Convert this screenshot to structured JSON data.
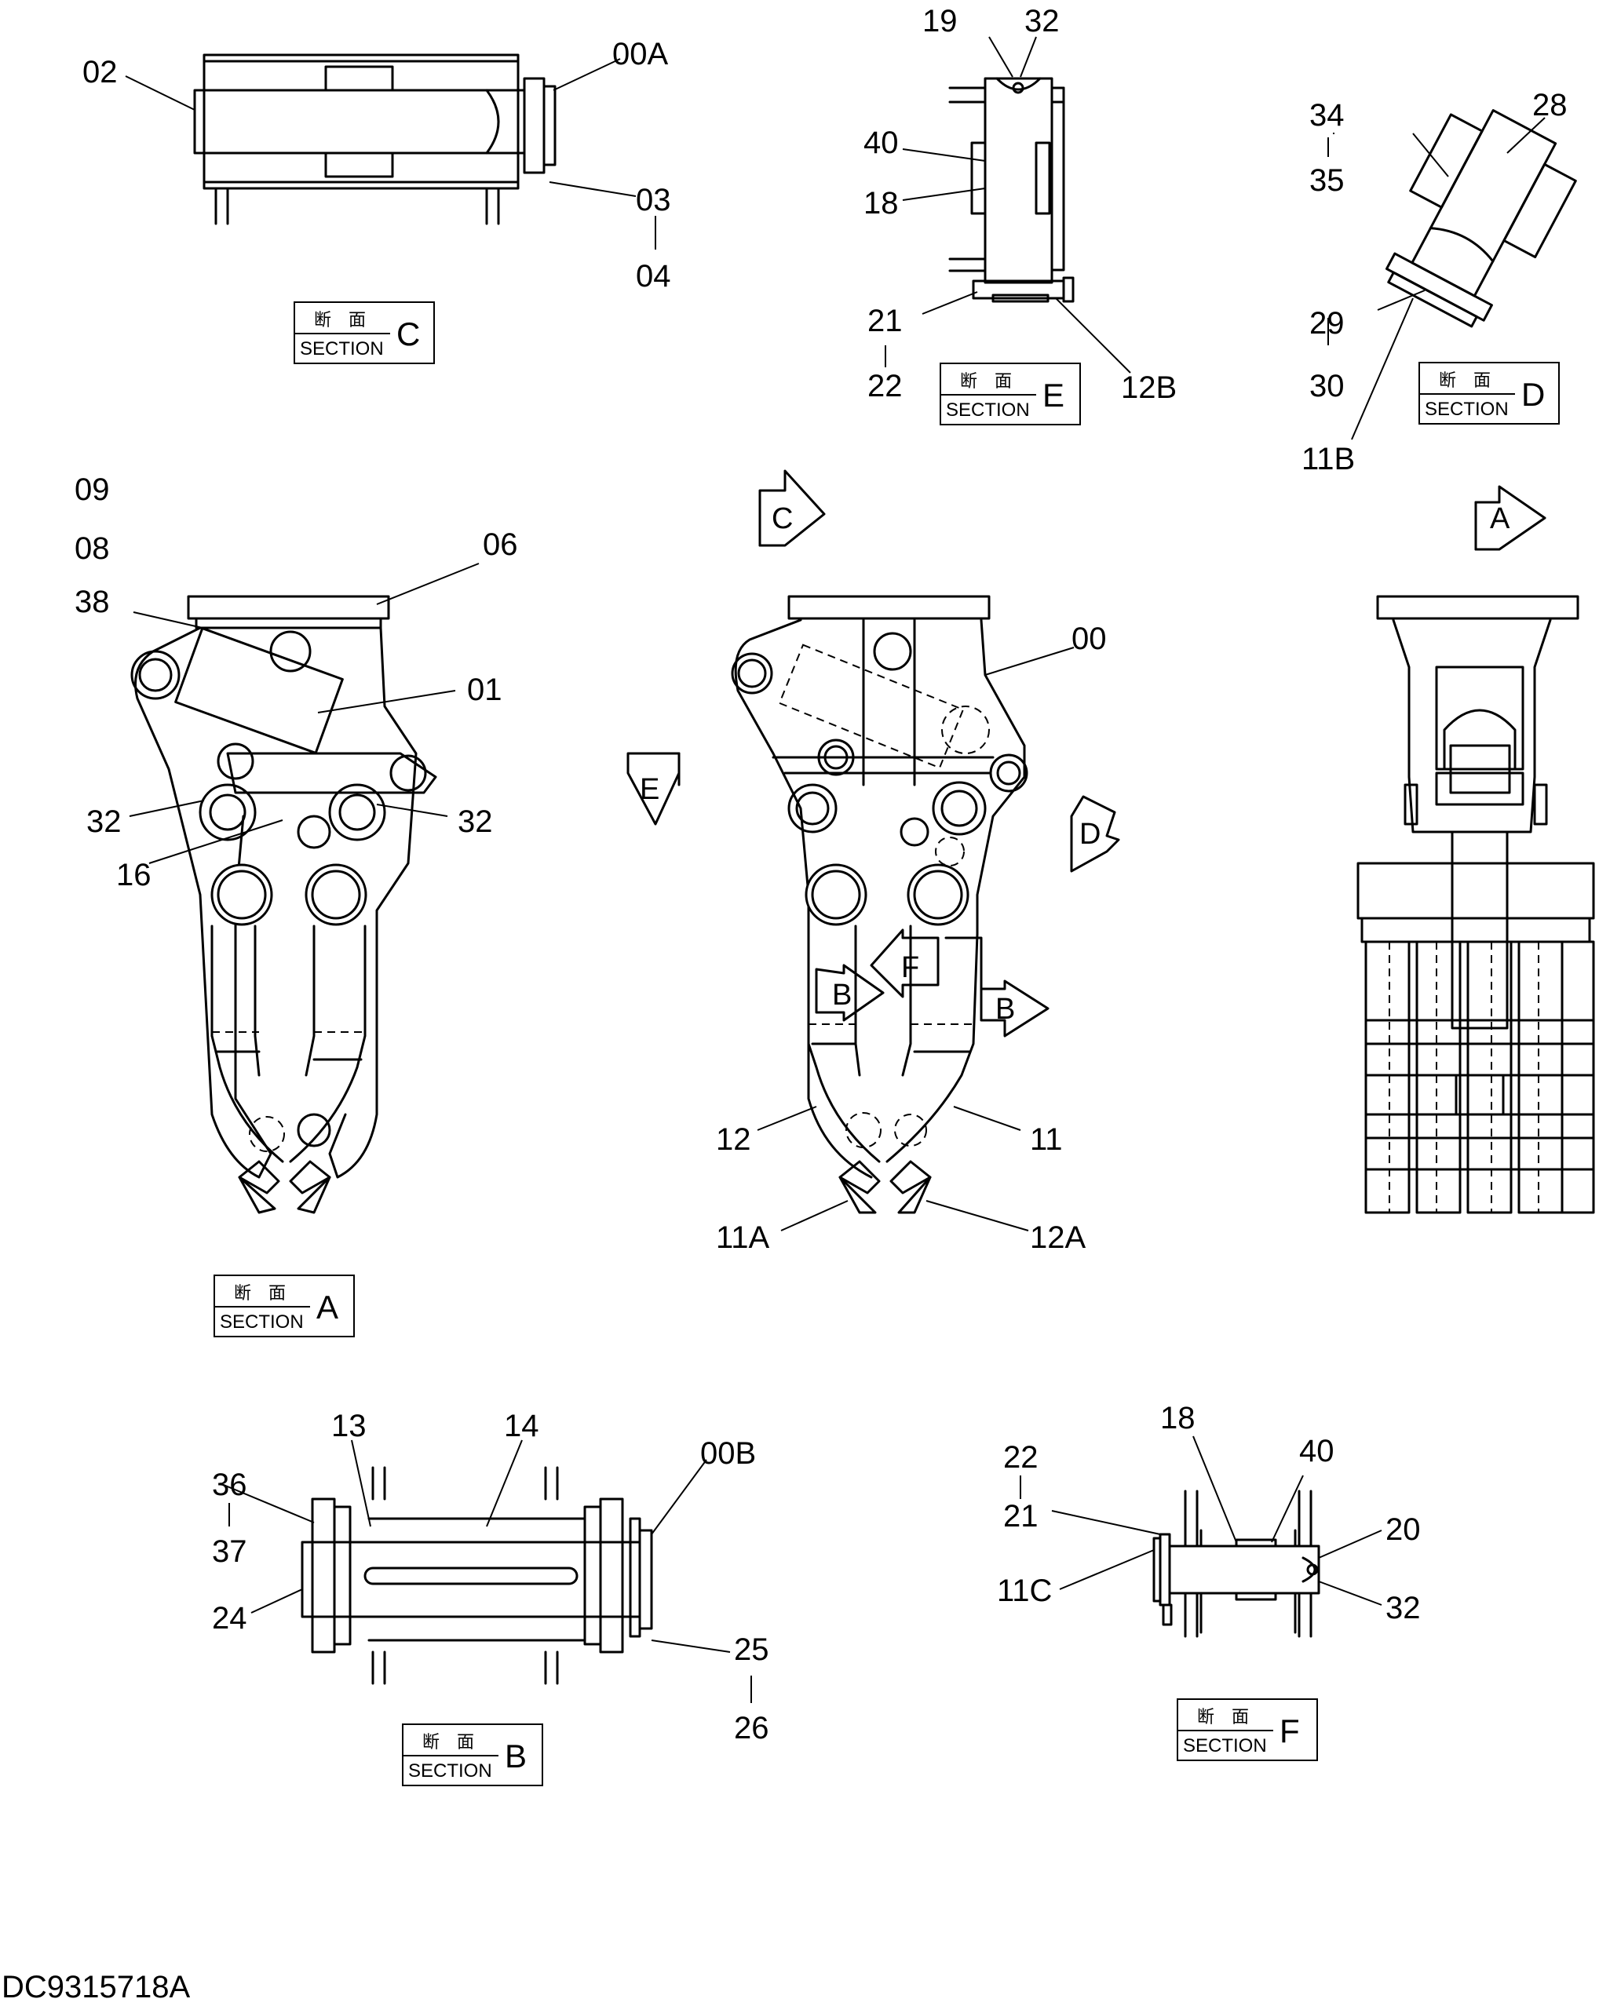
{
  "document_id": "DC9315718A",
  "section_boxes": [
    {
      "id": "C",
      "jp": "断　面",
      "en": "SECTION",
      "letter": "C"
    },
    {
      "id": "E",
      "jp": "断　面",
      "en": "SECTION",
      "letter": "E"
    },
    {
      "id": "D",
      "jp": "断　面",
      "en": "SECTION",
      "letter": "D"
    },
    {
      "id": "A",
      "jp": "断　面",
      "en": "SECTION",
      "letter": "A"
    },
    {
      "id": "B",
      "jp": "断　面",
      "en": "SECTION",
      "letter": "B"
    },
    {
      "id": "F",
      "jp": "断　面",
      "en": "SECTION",
      "letter": "F"
    }
  ],
  "view_arrows": [
    "C",
    "A",
    "E",
    "D",
    "F",
    "B",
    "B"
  ],
  "labels": {
    "c": [
      "02",
      "00A",
      "03",
      "04"
    ],
    "e": [
      "19",
      "32",
      "40",
      "18",
      "21",
      "22",
      "12B"
    ],
    "d": [
      "34",
      "35",
      "28",
      "29",
      "30",
      "11B"
    ],
    "a": [
      "09",
      "08",
      "38",
      "06",
      "01",
      "32",
      "32",
      "16"
    ],
    "main": [
      "00",
      "12",
      "11",
      "11A",
      "12A"
    ],
    "b": [
      "13",
      "14",
      "00B",
      "36",
      "37",
      "24",
      "25",
      "26"
    ],
    "f": [
      "22",
      "21",
      "18",
      "40",
      "20",
      "11C",
      "32"
    ]
  }
}
